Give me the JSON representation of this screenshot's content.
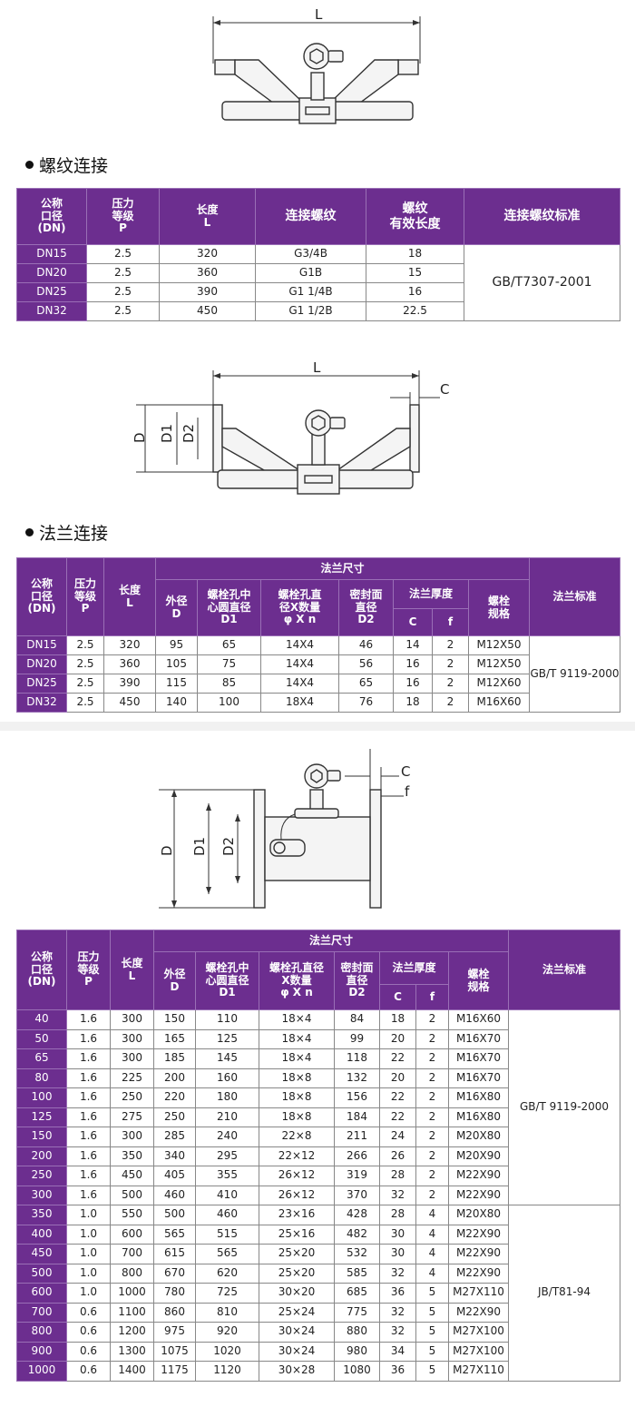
{
  "diagram1": {
    "label_L": "L"
  },
  "section1": {
    "title": "螺纹连接"
  },
  "table1": {
    "headers": [
      "公称口径(DN)",
      "压力等级P",
      "长度L",
      "连接螺纹",
      "螺纹有效长度",
      "连接螺纹标准"
    ],
    "h_dn": [
      "公称",
      "口径",
      "(DN)"
    ],
    "h_p": [
      "压力",
      "等级",
      "P"
    ],
    "h_l": [
      "长度",
      "L"
    ],
    "h_thread": "连接螺纹",
    "h_eff": [
      "螺纹",
      "有效长度"
    ],
    "h_std": "连接螺纹标准",
    "rows": [
      [
        "DN15",
        "2.5",
        "320",
        "G3/4B",
        "18"
      ],
      [
        "DN20",
        "2.5",
        "360",
        "G1B",
        "15"
      ],
      [
        "DN25",
        "2.5",
        "390",
        "G1 1/4B",
        "16"
      ],
      [
        "DN32",
        "2.5",
        "450",
        "G1 1/2B",
        "22.5"
      ]
    ],
    "standard": "GB/T7307-2001"
  },
  "diagram2": {
    "label_L": "L",
    "label_C": "C",
    "label_D": "D",
    "label_D1": "D1",
    "label_D2": "D2"
  },
  "section2": {
    "title": "法兰连接"
  },
  "table2": {
    "h_dn": [
      "公称",
      "口径",
      "(DN)"
    ],
    "h_p": [
      "压力",
      "等级",
      "P"
    ],
    "h_l": [
      "长度",
      "L"
    ],
    "h_flange": "法兰尺寸",
    "h_d": [
      "外径",
      "D"
    ],
    "h_d1": [
      "螺栓孔中",
      "心圆直径",
      "D1"
    ],
    "h_n": [
      "螺栓孔直",
      "径X数量",
      "φ X n"
    ],
    "h_d2": [
      "密封面",
      "直径",
      "D2"
    ],
    "h_thick": "法兰厚度",
    "h_c": "C",
    "h_f": "f",
    "h_bolt": [
      "螺栓",
      "规格"
    ],
    "h_std": "法兰标准",
    "rows": [
      [
        "DN15",
        "2.5",
        "320",
        "95",
        "65",
        "14X4",
        "46",
        "14",
        "2",
        "M12X50"
      ],
      [
        "DN20",
        "2.5",
        "360",
        "105",
        "75",
        "14X4",
        "56",
        "16",
        "2",
        "M12X50"
      ],
      [
        "DN25",
        "2.5",
        "390",
        "115",
        "85",
        "14X4",
        "65",
        "16",
        "2",
        "M12X60"
      ],
      [
        "DN32",
        "2.5",
        "450",
        "140",
        "100",
        "18X4",
        "76",
        "18",
        "2",
        "M16X60"
      ]
    ],
    "standard": "GB/T 9119-2000"
  },
  "diagram3": {
    "label_C": "C",
    "label_f": "f",
    "label_D": "D",
    "label_D1": "D1",
    "label_D2": "D2"
  },
  "table3": {
    "h_dn": [
      "公称",
      "口径",
      "(DN)"
    ],
    "h_p": [
      "压力",
      "等级",
      "P"
    ],
    "h_l": [
      "长度",
      "L"
    ],
    "h_flange": "法兰尺寸",
    "h_d": [
      "外径",
      "D"
    ],
    "h_d1": [
      "螺栓孔中",
      "心圆直径",
      "D1"
    ],
    "h_n": [
      "螺栓孔直径",
      "X数量",
      "φ X n"
    ],
    "h_d2": [
      "密封面",
      "直径",
      "D2"
    ],
    "h_thick": "法兰厚度",
    "h_c": "C",
    "h_f": "f",
    "h_bolt": [
      "螺栓",
      "规格"
    ],
    "h_std": "法兰标准",
    "rows": [
      [
        "40",
        "1.6",
        "300",
        "150",
        "110",
        "18×4",
        "84",
        "18",
        "2",
        "M16X60"
      ],
      [
        "50",
        "1.6",
        "300",
        "165",
        "125",
        "18×4",
        "99",
        "20",
        "2",
        "M16X70"
      ],
      [
        "65",
        "1.6",
        "300",
        "185",
        "145",
        "18×4",
        "118",
        "22",
        "2",
        "M16X70"
      ],
      [
        "80",
        "1.6",
        "225",
        "200",
        "160",
        "18×8",
        "132",
        "20",
        "2",
        "M16X70"
      ],
      [
        "100",
        "1.6",
        "250",
        "220",
        "180",
        "18×8",
        "156",
        "22",
        "2",
        "M16X80"
      ],
      [
        "125",
        "1.6",
        "275",
        "250",
        "210",
        "18×8",
        "184",
        "22",
        "2",
        "M16X80"
      ],
      [
        "150",
        "1.6",
        "300",
        "285",
        "240",
        "22×8",
        "211",
        "24",
        "2",
        "M20X80"
      ],
      [
        "200",
        "1.6",
        "350",
        "340",
        "295",
        "22×12",
        "266",
        "26",
        "2",
        "M20X90"
      ],
      [
        "250",
        "1.6",
        "450",
        "405",
        "355",
        "26×12",
        "319",
        "28",
        "2",
        "M22X90"
      ],
      [
        "300",
        "1.6",
        "500",
        "460",
        "410",
        "26×12",
        "370",
        "32",
        "2",
        "M22X90"
      ],
      [
        "350",
        "1.0",
        "550",
        "500",
        "460",
        "23×16",
        "428",
        "28",
        "4",
        "M20X80"
      ],
      [
        "400",
        "1.0",
        "600",
        "565",
        "515",
        "25×16",
        "482",
        "30",
        "4",
        "M22X90"
      ],
      [
        "450",
        "1.0",
        "700",
        "615",
        "565",
        "25×20",
        "532",
        "30",
        "4",
        "M22X90"
      ],
      [
        "500",
        "1.0",
        "800",
        "670",
        "620",
        "25×20",
        "585",
        "32",
        "4",
        "M22X90"
      ],
      [
        "600",
        "1.0",
        "1000",
        "780",
        "725",
        "30×20",
        "685",
        "36",
        "5",
        "M27X110"
      ],
      [
        "700",
        "0.6",
        "1100",
        "860",
        "810",
        "25×24",
        "775",
        "32",
        "5",
        "M22X90"
      ],
      [
        "800",
        "0.6",
        "1200",
        "975",
        "920",
        "30×24",
        "880",
        "32",
        "5",
        "M27X100"
      ],
      [
        "900",
        "0.6",
        "1300",
        "1075",
        "1020",
        "30×24",
        "980",
        "34",
        "5",
        "M27X100"
      ],
      [
        "1000",
        "0.6",
        "1400",
        "1175",
        "1120",
        "30×28",
        "1080",
        "36",
        "5",
        "M27X110"
      ]
    ],
    "standard_a": "GB/T 9119-2000",
    "standard_b": "JB/T81-94"
  }
}
